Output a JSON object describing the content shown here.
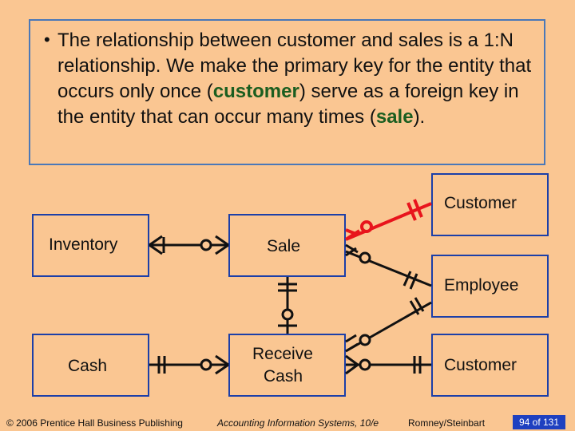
{
  "bullet": {
    "text_before": "The relationship between customer and sales is a 1:N relationship.  We make the primary key for the entity that occurs only once (",
    "highlight_1": "customer",
    "text_middle": ") serve as a foreign key in the entity that can occur many times (",
    "highlight_2": "sale",
    "text_after": ")."
  },
  "entities": {
    "inventory": "Inventory",
    "sale": "Sale",
    "customer_top": "Customer",
    "employee": "Employee",
    "cash": "Cash",
    "receive_cash_line1": "Receive",
    "receive_cash_line2": "Cash",
    "customer_bottom": "Customer"
  },
  "footer": {
    "publisher": "© 2006 Prentice Hall Business Publishing",
    "book": "Accounting Information Systems, 10/e",
    "authors": "Romney/Steinbart",
    "page": "94 of 131"
  },
  "colors": {
    "background": "#FAC692",
    "entity_border": "#1C3FA8",
    "highlight_text": "#1B5E20",
    "highlight_line": "#E8141C"
  }
}
